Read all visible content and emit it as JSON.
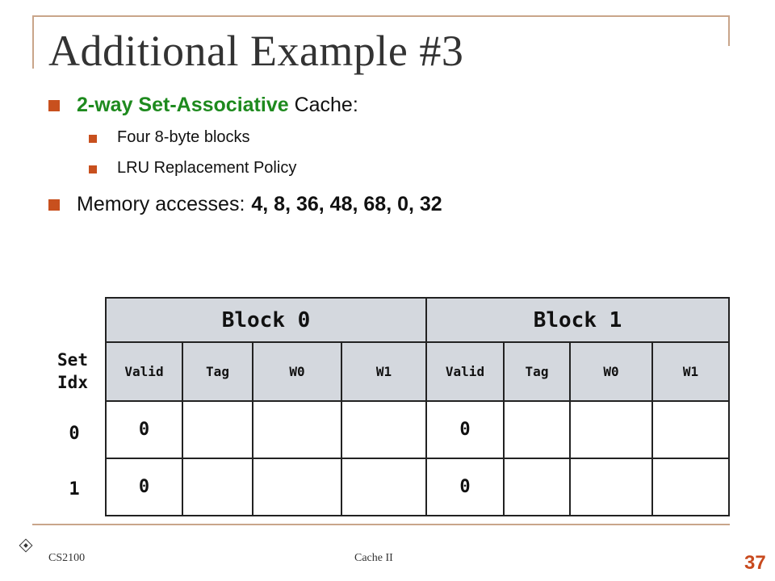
{
  "slide": {
    "title": "Additional Example #3",
    "bullets": {
      "cache_type_accent": "2-way Set-Associative",
      "cache_type_rest": " Cache:",
      "sub1": "Four 8-byte blocks",
      "sub2": "LRU Replacement Policy",
      "accesses_label": "Memory accesses:",
      "accesses_values": "4, 8, 36, 48, 68, 0, 32"
    }
  },
  "table": {
    "set_label_line1": "Set",
    "set_label_line2": "Idx",
    "block_headers": [
      "Block 0",
      "Block 1"
    ],
    "columns": [
      "Valid",
      "Tag",
      "W0",
      "W1",
      "Valid",
      "Tag",
      "W0",
      "W1"
    ],
    "rows": [
      {
        "idx": "0",
        "cells": [
          "0",
          "",
          "",
          "",
          "0",
          "",
          "",
          ""
        ]
      },
      {
        "idx": "1",
        "cells": [
          "0",
          "",
          "",
          "",
          "0",
          "",
          "",
          ""
        ]
      }
    ]
  },
  "footer": {
    "course": "CS2100",
    "topic": "Cache II",
    "page": "37"
  },
  "colors": {
    "accent_green": "#1e8a1e",
    "bullet_orange": "#c8501e",
    "frame_tan": "#c9a58a",
    "header_gray": "#d4d8de",
    "page_number": "#c84a1e"
  }
}
